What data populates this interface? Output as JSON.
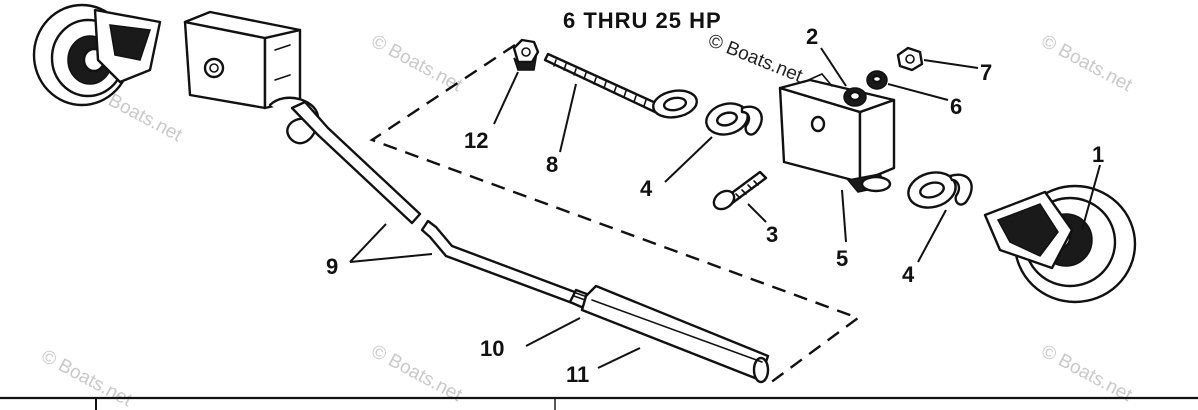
{
  "title": "6 THRU 25 HP",
  "copyright_overlay": "© Boats.net",
  "watermark": "© Boats.net",
  "part_labels": {
    "p1": "1",
    "p2": "2",
    "p3": "3",
    "p4a": "4",
    "p4b": "4",
    "p5": "5",
    "p6": "6",
    "p7": "7",
    "p8": "8",
    "p9": "9",
    "p10": "10",
    "p11": "11",
    "p12": "12"
  }
}
